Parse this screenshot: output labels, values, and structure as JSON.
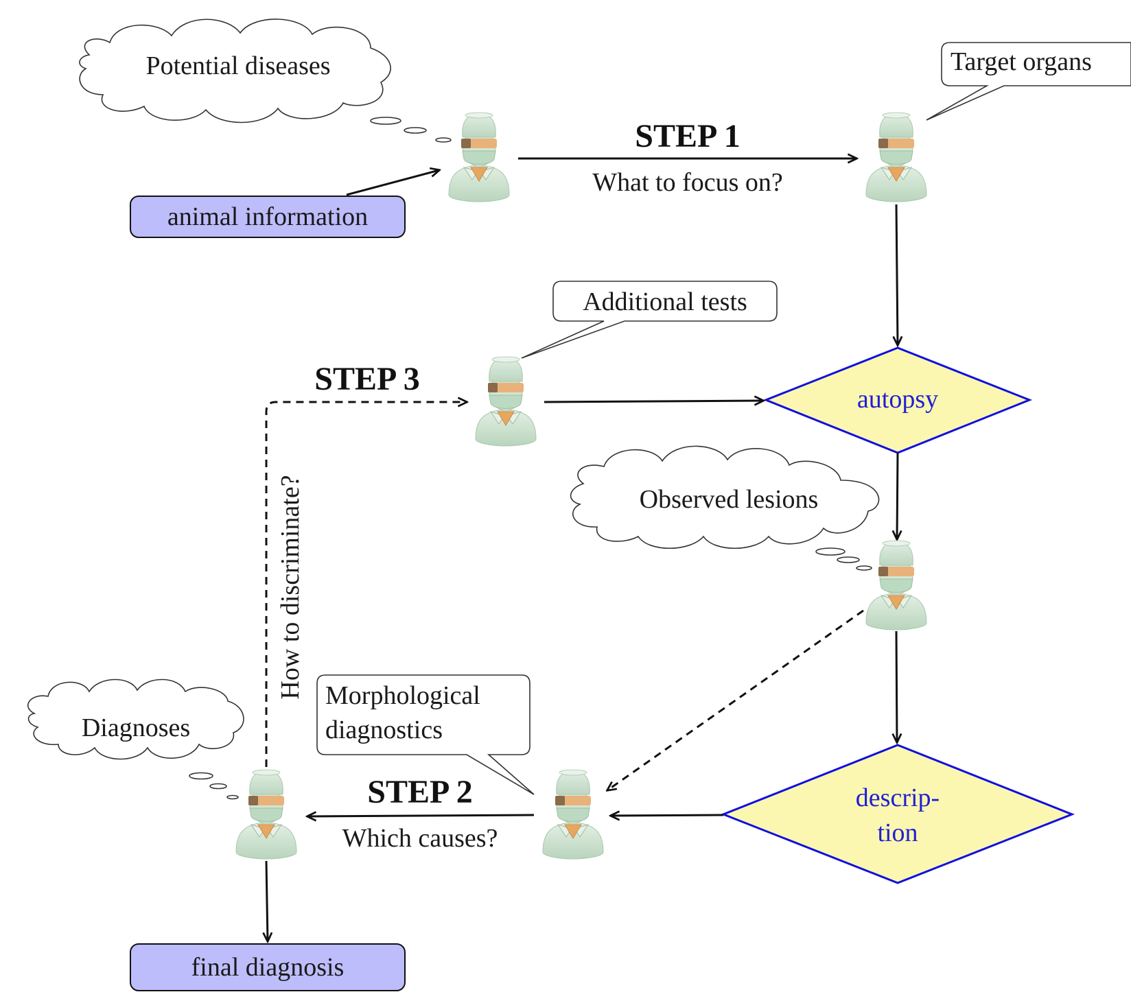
{
  "diagram": {
    "thought_clouds": {
      "potential_diseases": "Potential diseases",
      "observed_lesions": "Observed lesions",
      "diagnoses": "Diagnoses"
    },
    "speech_bubbles": {
      "target_organs": "Target organs",
      "additional_tests": "Additional tests",
      "morphological_line1": "Morphological",
      "morphological_line2": "diagnostics"
    },
    "boxes": {
      "animal_information": "animal information",
      "final_diagnosis": "final diagnosis"
    },
    "decisions": {
      "autopsy": "autopsy",
      "description_line1": "descrip-",
      "description_line2": "tion"
    },
    "steps": {
      "step1_title": "STEP 1",
      "step1_question": "What to focus on?",
      "step2_title": "STEP 2",
      "step2_question": "Which causes?",
      "step3_title": "STEP 3",
      "step3_question": "How to discriminate?"
    },
    "colors": {
      "box_fill": "#bdbdfb",
      "diamond_fill": "#fbf7b0",
      "diamond_stroke": "#1010e0",
      "decision_text": "#1f1fd6",
      "pathologist_body": "#cde3cf"
    },
    "icons": [
      "pathologist-icon"
    ]
  }
}
